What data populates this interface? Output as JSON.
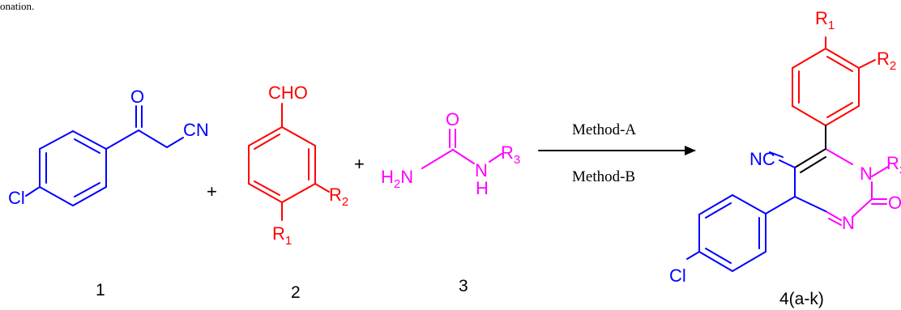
{
  "caption_fragment": "onation.",
  "atom_labels": {
    "O": "O",
    "CN": "CN",
    "Cl": "Cl",
    "CHO": "CHO",
    "R1": "R",
    "R1_sub": "1",
    "R2": "R",
    "R2_sub": "2",
    "R3": "R",
    "R3_sub": "3",
    "H2N": "H",
    "H2N_sub": "2",
    "H2N_tail": "N",
    "N": "N",
    "H": "H",
    "NC": "NC"
  },
  "compounds": {
    "c1": "1",
    "c2": "2",
    "c3": "3",
    "product": "4(a-k)"
  },
  "operators": {
    "plus": "+"
  },
  "arrow": {
    "above": "Method-A",
    "below": "Method-B"
  },
  "colors": {
    "ketonitrile": "#0000ff",
    "aldehyde": "#ff0000",
    "urea": "#ff00ff",
    "text": "#000000"
  }
}
